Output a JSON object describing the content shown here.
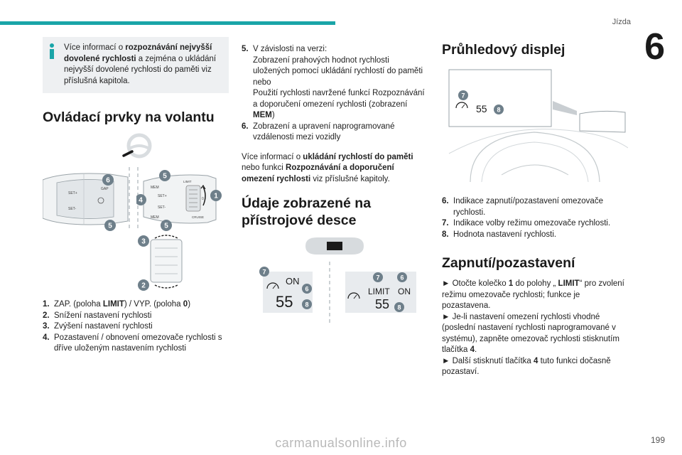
{
  "header": {
    "section": "Jízda",
    "chapter": "6",
    "page": "199"
  },
  "watermark": "carmanualsonline.info",
  "col1": {
    "info": {
      "a": "Více informací o ",
      "b": "rozpoznávání nejvyšší dovolené rychlosti",
      "c": " a zejména o ukládání nejvyšší dovolené rychlosti do paměti viz příslušná kapitola."
    },
    "heading": "Ovládací prvky na volantu",
    "figure_labels": {
      "set_plus": "SET+",
      "set_minus": "SET-",
      "gap": "GAP",
      "mem": "MEM",
      "limit": "LIMIT",
      "cruise": "CRUISE",
      "zero": "0"
    },
    "callouts": [
      "1",
      "2",
      "3",
      "4",
      "5",
      "6"
    ],
    "list": [
      {
        "n": "1.",
        "pre": "ZAP. (poloha ",
        "b1": "LIMIT",
        "mid": ") / VYP. (poloha ",
        "b2": "0",
        "post": ")"
      },
      {
        "n": "2.",
        "t": "Snížení nastavení rychlosti"
      },
      {
        "n": "3.",
        "t": "Zvýšení nastavení rychlosti"
      },
      {
        "n": "4.",
        "t": "Pozastavení / obnovení omezovače rychlosti s dříve uloženým nastavením rychlosti"
      }
    ]
  },
  "col2": {
    "item5": {
      "n": "5.",
      "l1": "V závislosti na verzi:",
      "l2": "Zobrazení prahových hodnot rychlosti uložených pomocí ukládání rychlostí do paměti",
      "l3": "nebo",
      "l4": "Použití rychlosti navržené funkcí Rozpoznávání a doporučení omezení rychlosti (zobrazení ",
      "l4b": "MEM",
      "l4c": ")"
    },
    "item6": {
      "n": "6.",
      "t": "Zobrazení a upravení naprogramované vzdálenosti mezi vozidly"
    },
    "more": {
      "a": "Více informací o ",
      "b": "ukládání rychlostí do paměti",
      "c": " nebo funkci ",
      "d": "Rozpoznávání a doporučení omezení rychlosti",
      "e": " viz příslušné kapitoly."
    },
    "heading": "Údaje zobrazené na přístrojové desce",
    "panel_a": {
      "on": "ON",
      "speed": "55"
    },
    "panel_b": {
      "limit": "LIMIT",
      "on": "ON",
      "speed": "55"
    },
    "callouts": [
      "6",
      "7",
      "8"
    ]
  },
  "col3": {
    "heading": "Průhledový displej",
    "hud": {
      "speed": "55",
      "c7": "7",
      "c8": "8"
    },
    "list": [
      {
        "n": "6.",
        "t": "Indikace zapnutí/pozastavení omezovače rychlosti."
      },
      {
        "n": "7.",
        "t": "Indikace volby režimu omezovače rychlosti."
      },
      {
        "n": "8.",
        "t": "Hodnota nastavení rychlosti."
      }
    ],
    "heading2": "Zapnutí/pozastavení",
    "p1": {
      "a": "► Otočte kolečko ",
      "b": "1",
      "c": " do polohy „ ",
      "d": "LIMIT",
      "e": "“ pro zvolení režimu omezovače rychlosti; funkce je pozastavena."
    },
    "p2": {
      "a": "► Je-li nastavení omezení rychlosti vhodné (poslední nastavení rychlosti naprogramované v systému), zapněte omezovač rychlosti stisknutím tlačítka ",
      "b": "4",
      "c": "."
    },
    "p3": {
      "a": "► Další stisknutí tlačítka ",
      "b": "4",
      "c": " tuto funkci dočasně pozastaví."
    }
  },
  "colors": {
    "accent": "#1aa5a8",
    "callout": "#6e7f8a",
    "panel": "#e8ebee"
  }
}
